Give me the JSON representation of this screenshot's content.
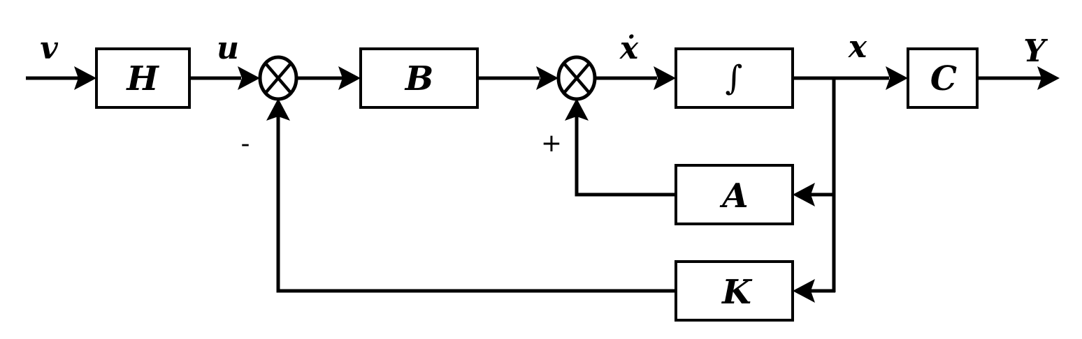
{
  "blocks": {
    "h": "H",
    "b": "B",
    "integrator": "∫",
    "c": "C",
    "a": "A",
    "k": "K"
  },
  "signals": {
    "v": "v",
    "u": "u",
    "x_dot": "ẋ",
    "x": "x",
    "y": "Y"
  },
  "signs": {
    "minus": "-",
    "plus": "+"
  }
}
